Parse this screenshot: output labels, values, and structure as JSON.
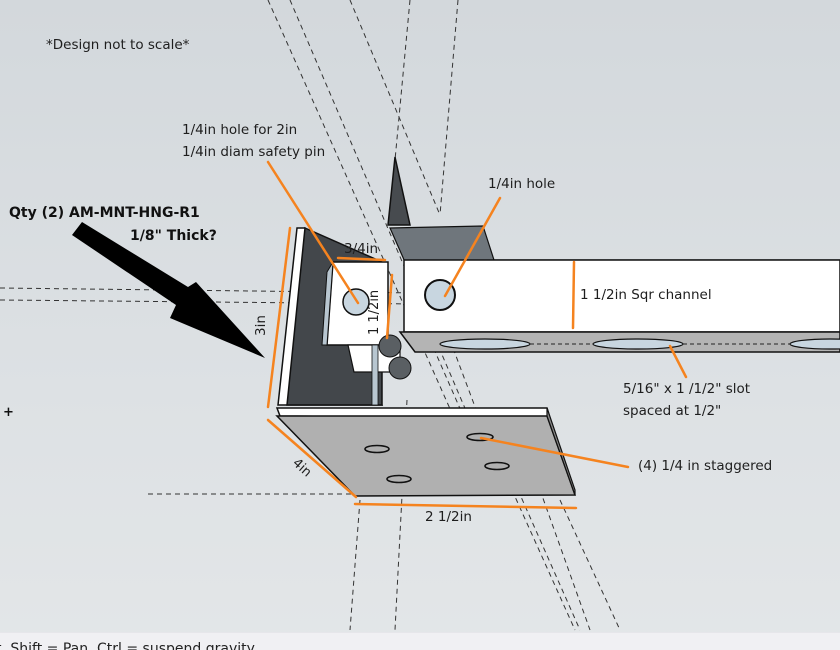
{
  "app": {
    "viewport": "3D modeling canvas",
    "status_bar": "t, Shift = Pan, Ctrl = suspend gravity"
  },
  "colors": {
    "background": "#d8dcdf",
    "annotation": "#f5831f",
    "bracket_dark": "#43474b",
    "channel_face": "#ffffff",
    "channel_underside": "#b3b3b3",
    "plate": "#b0b0b0",
    "hole_fill": "#c8d6e0"
  },
  "notes": {
    "design_disclaimer": "*Design not to scale*",
    "part_qty": "Qty (2) AM-MNT-HNG-R1",
    "thickness": "1/8\" Thick?"
  },
  "callouts": {
    "safety_pin_hole_line1": "1/4in hole for 2in",
    "safety_pin_hole_line2": "1/4in diam safety pin",
    "channel_hole": "1/4in hole",
    "channel_size": "1 1/2in Sqr channel",
    "slot_line1": "5/16\" x 1 /1/2\" slot",
    "slot_line2": "spaced at 1/2\"",
    "staggered_holes": "(4) 1/4 in staggered"
  },
  "dimensions": {
    "tab_width": "3/4in",
    "tab_height": "1 1/2in",
    "bracket_height": "3in",
    "plate_depth": "4in",
    "plate_width": "2 1/2in"
  },
  "icons": {
    "cursor": "crosshair-icon",
    "pointer_arrow": "arrow-icon"
  },
  "crosshair_glyph": "+"
}
